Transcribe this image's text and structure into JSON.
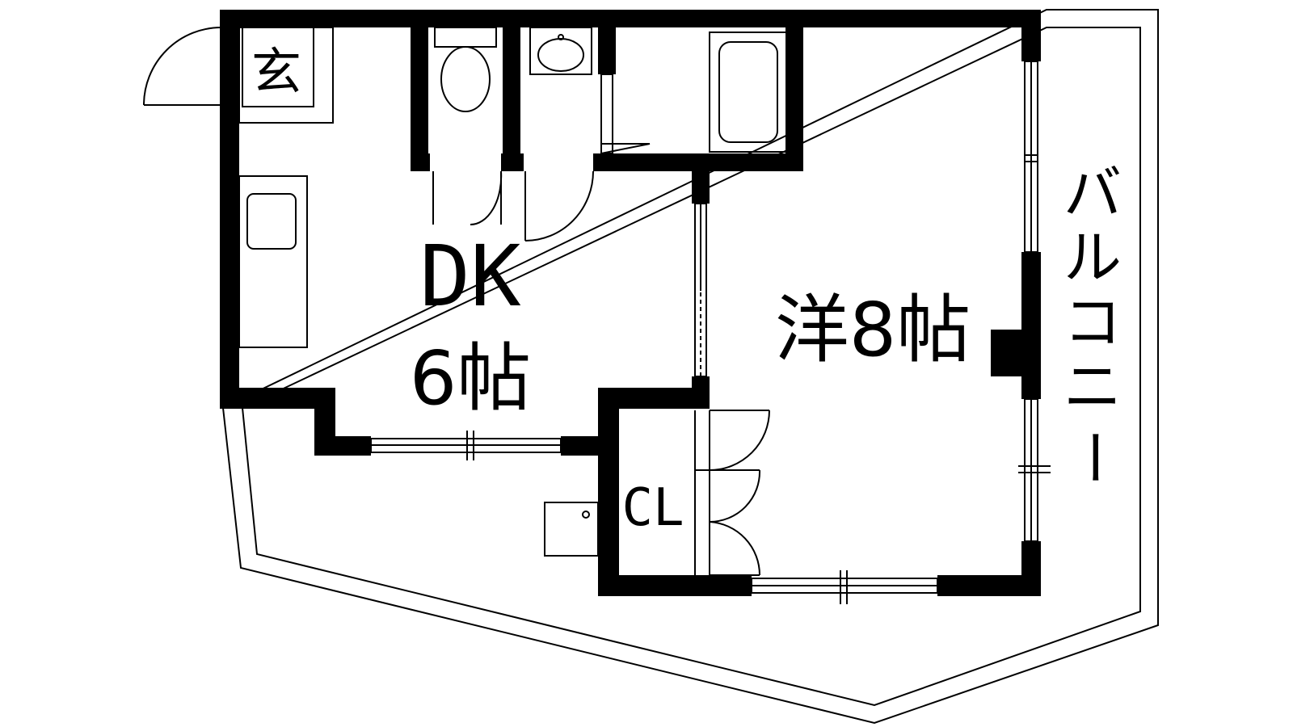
{
  "rooms": {
    "entrance": "玄",
    "dk_line1": "DK",
    "dk_line2": "6帖",
    "western": "洋8帖",
    "closet": "CL",
    "balcony": [
      "バ",
      "ル",
      "コ",
      "ニ",
      "ー"
    ]
  },
  "colors": {
    "wall": "#000000",
    "background": "#ffffff"
  }
}
